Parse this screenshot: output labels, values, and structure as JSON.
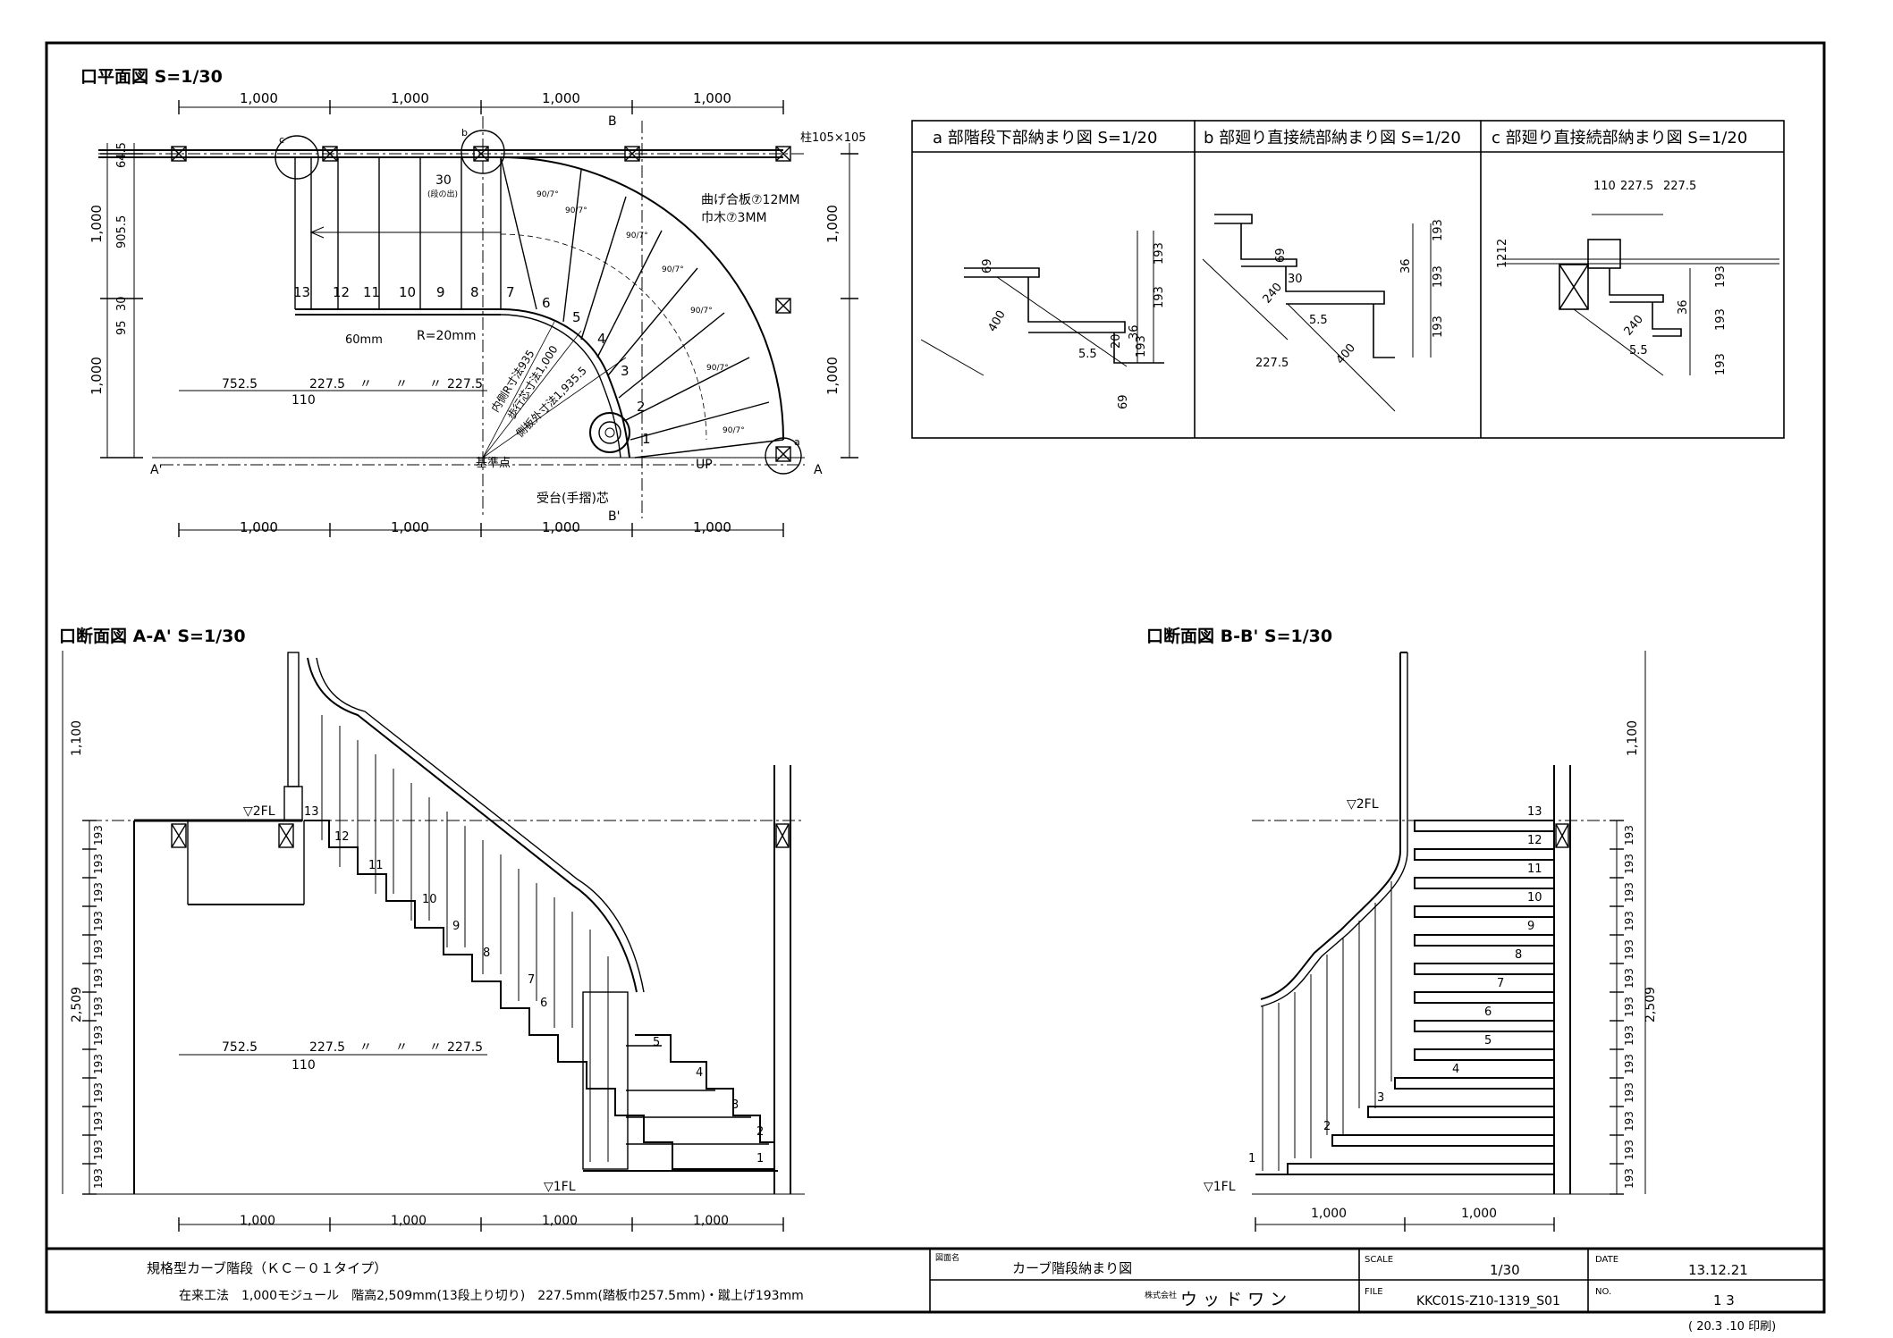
{
  "plan": {
    "title": "口平面図 S=1/30",
    "top_dims": [
      "1,000",
      "1,000",
      "1,000",
      "1,000"
    ],
    "bottom_dims": [
      "1,000",
      "1,000",
      "1,000",
      "1,000"
    ],
    "left_dims": [
      "64.5",
      "905.5",
      "30",
      "95",
      "1,000",
      "1,000"
    ],
    "right_dims": [
      "1,000",
      "1,000"
    ],
    "post_note": "柱105×105",
    "bend_note": "曲げ合板⑦12MM",
    "trim_note": "巾木⑦3MM",
    "nosing_note": "30",
    "nosing_sub": "(段の出)",
    "step_numbers": [
      "13",
      "12",
      "11",
      "10",
      "9",
      "8",
      "7",
      "6",
      "5",
      "4",
      "3",
      "2",
      "1"
    ],
    "step_angle": "90/7°",
    "handrail_offset": "60mm",
    "radius_note": "R=20mm",
    "inner_r": "内側R寸法935",
    "center_r": "歩行芯寸法1,000",
    "outer_r": "側板外寸法1,935.5",
    "tread_dims": [
      "752.5",
      "227.5",
      "〃",
      "〃",
      "〃",
      "227.5"
    ],
    "tread_sub": "110",
    "base_point": "基準点",
    "up_label": "UP",
    "newel_note": "受台(手摺)芯",
    "section_marks": {
      "a": "A",
      "a2": "A'",
      "b": "B",
      "b2": "B'"
    },
    "circle_marks": [
      "a",
      "b",
      "c"
    ]
  },
  "details": {
    "a": {
      "title": "a 部階段下部納まり図 S=1/20",
      "dims": [
        "69",
        "400",
        "5.5",
        "36",
        "20",
        "193",
        "193",
        "193",
        "69"
      ]
    },
    "b": {
      "title": "b 部廻り直接続部納まり図 S=1/20",
      "dims": [
        "69",
        "240",
        "30",
        "5.5",
        "227.5",
        "400",
        "36",
        "193",
        "193",
        "193"
      ]
    },
    "c": {
      "title": "c 部廻り直接続部納まり図 S=1/20",
      "dims": [
        "110",
        "227.5",
        "227.5",
        "1212",
        "240",
        "36",
        "5.5",
        "193",
        "193",
        "193"
      ]
    }
  },
  "section_a": {
    "title": "口断面図 A-A' S=1/30",
    "top_dim": "1,100",
    "total_dim": "2,509",
    "riser": "193",
    "fl2": "▽2FL",
    "fl1": "▽1FL",
    "bottom_dims": [
      "1,000",
      "1,000",
      "1,000",
      "1,000"
    ],
    "tread_dims": [
      "752.5",
      "227.5",
      "〃",
      "〃",
      "〃",
      "227.5"
    ],
    "tread_sub": "110",
    "step_numbers": [
      "1",
      "2",
      "3",
      "4",
      "5",
      "6",
      "7",
      "8",
      "9",
      "10",
      "11",
      "12",
      "13"
    ]
  },
  "section_b": {
    "title": "口断面図 B-B' S=1/30",
    "top_dim": "1,100",
    "total_dim": "2,509",
    "riser": "193",
    "fl2": "▽2FL",
    "fl1": "▽1FL",
    "bottom_dims": [
      "1,000",
      "1,000"
    ],
    "step_numbers": [
      "1",
      "2",
      "3",
      "4",
      "5",
      "6",
      "7",
      "8",
      "9",
      "10",
      "11",
      "12",
      "13"
    ]
  },
  "title_block": {
    "line1": "規格型カーブ階段（ＫＣ－０１タイプ）",
    "line2": "在来工法　1,000モジュール　階高2,509mm(13段上り切り)　227.5mm(踏板巾257.5mm)・蹴上げ193mm",
    "drawing_name_label": "図面名",
    "drawing_name": "カーブ階段納まり図",
    "company_label": "株式会社",
    "company": "ウ ッ ド ワ ン",
    "scale_label": "SCALE",
    "scale": "1/30",
    "file_label": "FILE",
    "file": "KKC01S-Z10-1319_S01",
    "date_label": "DATE",
    "date": "13.12.21",
    "no_label": "NO.",
    "no": "1 3",
    "print_note": "( 20.3 .10 印刷)"
  }
}
